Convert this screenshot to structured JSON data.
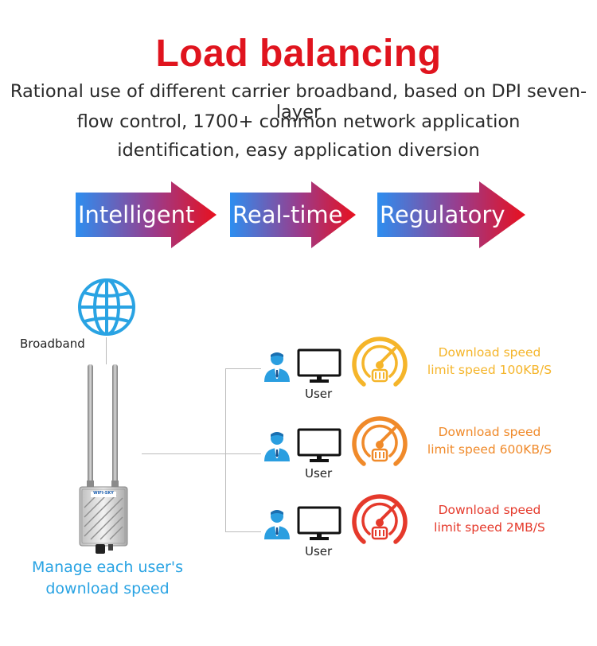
{
  "title": "Load balancing",
  "description_lines": [
    "Rational use of different carrier broadband, based on DPI seven-layer",
    "flow control, 1700+ common network application",
    "identification, easy application diversion"
  ],
  "features": [
    "Intelligent",
    "Real-time",
    "Regulatory"
  ],
  "diagram": {
    "internet_icon": "globe-icon",
    "broadband_label": "Broadband",
    "device_brand": "WIFI-SKY",
    "manage_lines": [
      "Manage each user's",
      "download speed"
    ],
    "users": [
      {
        "label": "User",
        "speed_line1": "Download speed",
        "speed_line2": "limit speed 100KB/S",
        "color": "#f5b52a"
      },
      {
        "label": "User",
        "speed_line1": "Download speed",
        "speed_line2": "limit speed 600KB/S",
        "color": "#f08a2a"
      },
      {
        "label": "User",
        "speed_line1": "Download speed",
        "speed_line2": "limit speed 2MB/S",
        "color": "#e5392b"
      }
    ]
  },
  "colors": {
    "title": "#e0141e",
    "arrow_start": "#2d8ef0",
    "arrow_end": "#e8101e",
    "globe": "#29a3e3",
    "user_icon": "#2a9ee0"
  }
}
